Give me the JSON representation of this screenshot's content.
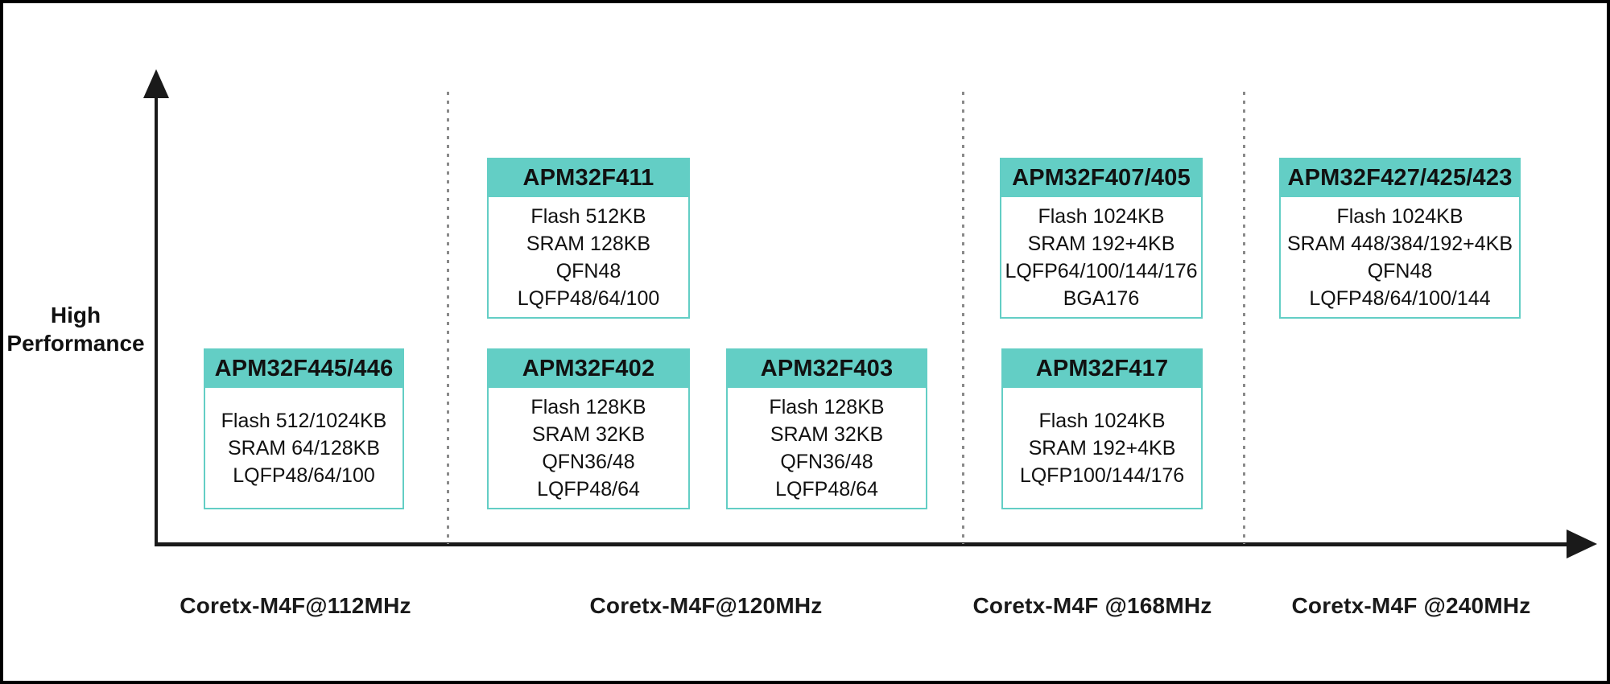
{
  "diagram": {
    "y_axis": {
      "label": "High Performance"
    },
    "x_axis": {
      "labels": [
        "Coretx-M4F@112MHz",
        "Coretx-M4F@120MHz",
        "Coretx-M4F @168MHz",
        "Coretx-M4F @240MHz"
      ]
    },
    "colors": {
      "accent_teal": "#63cec5",
      "axis_black": "#1a1a1a",
      "separator_gray": "#8a8a8a"
    },
    "boxes": [
      {
        "title": "APM32F445/446",
        "specs": [
          "Flash 512/1024KB",
          "SRAM 64/128KB",
          "LQFP48/64/100"
        ]
      },
      {
        "title": "APM32F411",
        "specs": [
          "Flash 512KB",
          "SRAM 128KB",
          "QFN48",
          "LQFP48/64/100"
        ]
      },
      {
        "title": "APM32F402",
        "specs": [
          "Flash 128KB",
          "SRAM 32KB",
          "QFN36/48",
          "LQFP48/64"
        ]
      },
      {
        "title": "APM32F403",
        "specs": [
          "Flash 128KB",
          "SRAM 32KB",
          "QFN36/48",
          "LQFP48/64"
        ]
      },
      {
        "title": "APM32F407/405",
        "specs": [
          "Flash 1024KB",
          "SRAM 192+4KB",
          "LQFP64/100/144/176",
          "BGA176"
        ]
      },
      {
        "title": "APM32F417",
        "specs": [
          "Flash 1024KB",
          "SRAM 192+4KB",
          "LQFP100/144/176"
        ]
      },
      {
        "title": "APM32F427/425/423",
        "specs": [
          "Flash 1024KB",
          "SRAM 448/384/192+4KB",
          "QFN48",
          "LQFP48/64/100/144"
        ]
      }
    ]
  }
}
